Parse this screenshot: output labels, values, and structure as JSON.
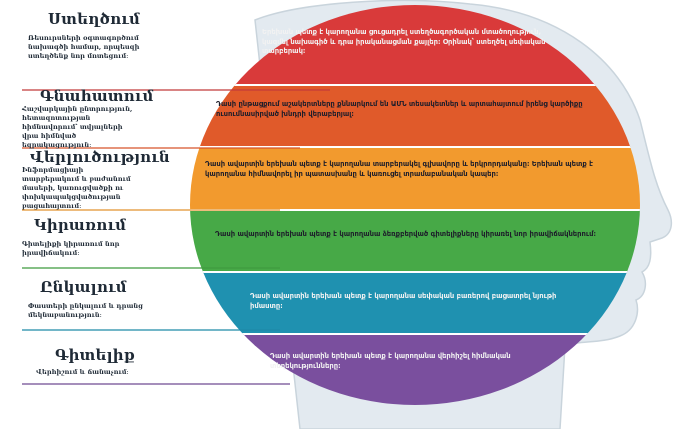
{
  "colors": {
    "red": "#d93a3a",
    "orange_red": "#e05a2a",
    "orange": "#f29a2e",
    "green": "#47a947",
    "teal": "#1f91b0",
    "purple": "#7a4f9e",
    "head": "#dfe7ee"
  },
  "levels": [
    {
      "title": "Ստեղծում",
      "desc": "Ռեսուրսների օգտագործում նախագծի համար, որպեսզի ստեղծենք նոր մոտեցում։",
      "band_text": "Երեխան պետք է կարողանա ցուցադրել ստեղծագործական մտածողություն, կազմել նախագիծ և դրա իրականացման քայլեր։ Օրինակ՝ ստեղծել սեփական տարբերակ։"
    },
    {
      "title": "Գնահատում",
      "desc": "Հաշվարկային ընտրություն, հետազոտության հիմնավորում՝ տվյալների վրա հիմնված եզրակացություն։",
      "band_text": "Դասի ընթացքում աշակերտները քննարկում են ԱՄՆ տեսակետներ և արտահայտում իրենց կարծիքը ուսումնասիրված խնդրի վերաբերյալ։"
    },
    {
      "title": "Վերլուծություն",
      "desc": "Ինֆորմացիայի տարբերակում և բաժանում մասերի, կառուցվածքի ու փոխկապակցվածության բացահայտում։",
      "band_text": "Դասի ավարտին երեխան պետք է կարողանա տարբերակել գլխավորը և երկրորդականը։ Երեխան պետք է կարողանա հիմնավորել իր պատասխանը և կառուցել տրամաբանական կապեր։"
    },
    {
      "title": "Կիրառում",
      "desc": "Գիտելիքի կիրառում նոր իրավիճակում։",
      "band_text": "Դասի ավարտին երեխան պետք է կարողանա ձեռքբերված գիտելիքները կիրառել նոր իրավիճակներում։"
    },
    {
      "title": "Ընկալում",
      "desc": "Փաստերի ընկալում և դրանց մեկնաբանություն։",
      "band_text": "Դասի ավարտին երեխան պետք է կարողանա սեփական բառերով բացատրել նյութի իմաստը։"
    },
    {
      "title": "Գիտելիք",
      "desc": "Վերհիշում և ճանաչում։",
      "band_text": "Դասի ավարտին երեխան պետք է կարողանա վերհիշել հիմնական տեղեկությունները։"
    }
  ]
}
